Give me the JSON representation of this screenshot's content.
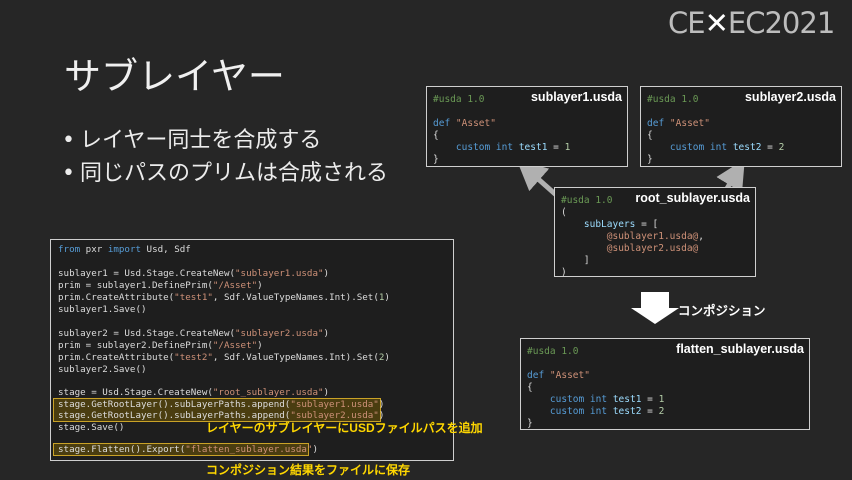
{
  "logo": {
    "prefix": "CE",
    "mark": "✕",
    "suffix": "EC2021"
  },
  "slide": {
    "title": "サブレイヤー",
    "bullets": [
      "レイヤー同士を合成する",
      "同じパスのプリムは合成される"
    ]
  },
  "sublayer1": {
    "name": "sublayer1.usda",
    "lines": [
      "#usda 1.0",
      "",
      "def \"Asset\"",
      "{",
      "    custom int test1 = 1",
      "}"
    ]
  },
  "sublayer2": {
    "name": "sublayer2.usda",
    "lines": [
      "#usda 1.0",
      "",
      "def \"Asset\"",
      "{",
      "    custom int test2 = 2",
      "}"
    ]
  },
  "root": {
    "name": "root_sublayer.usda",
    "lines": [
      "#usda 1.0",
      "(",
      "    subLayers = [",
      "        @sublayer1.usda@,",
      "        @sublayer2.usda@",
      "    ]",
      ")"
    ]
  },
  "composition_label": "コンポジション",
  "flatten": {
    "name": "flatten_sublayer.usda",
    "lines": [
      "#usda 1.0",
      "",
      "def \"Asset\"",
      "{",
      "    custom int test1 = 1",
      "    custom int test2 = 2",
      "}"
    ]
  },
  "python": {
    "lines": [
      "from pxr import Usd, Sdf",
      "",
      "sublayer1 = Usd.Stage.CreateNew(\"sublayer1.usda\")",
      "prim = sublayer1.DefinePrim(\"/Asset\")",
      "prim.CreateAttribute(\"test1\", Sdf.ValueTypeNames.Int).Set(1)",
      "sublayer1.Save()",
      "",
      "sublayer2 = Usd.Stage.CreateNew(\"sublayer2.usda\")",
      "prim = sublayer2.DefinePrim(\"/Asset\")",
      "prim.CreateAttribute(\"test2\", Sdf.ValueTypeNames.Int).Set(2)",
      "sublayer2.Save()",
      "",
      "stage = Usd.Stage.CreateNew(\"root_sublayer.usda\")",
      "stage.GetRootLayer().subLayerPaths.append(\"sublayer1.usda\")",
      "stage.GetRootLayer().subLayerPaths.append(\"sublayer2.usda\")",
      "stage.Save()",
      "",
      "stage.Flatten().Export(\"flatten_sublayer.usda\")"
    ],
    "note_sublayer": "レイヤーのサブレイヤーにUSDファイルパスを追加",
    "note_flatten": "コンポジション結果をファイルに保存"
  },
  "colors": {
    "highlight": "#ffd700",
    "background": "#262626"
  }
}
